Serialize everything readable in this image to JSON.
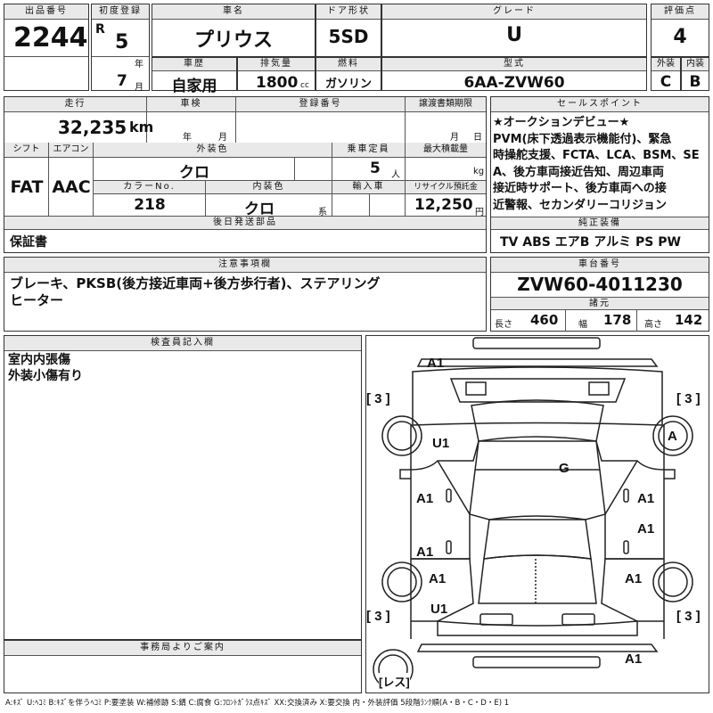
{
  "labels": {
    "lot_no": "出品番号",
    "first_reg": "初度登録",
    "car_name": "車名",
    "door_type": "ドア形状",
    "grade": "グレード",
    "score": "評価点",
    "history": "車歴",
    "displacement": "排気量",
    "fuel": "燃料",
    "model": "型式",
    "ext": "外装",
    "int": "内装",
    "mileage": "走行",
    "inspection": "車検",
    "reg_no": "登録番号",
    "transfer_deadline": "譲渡書類期限",
    "sales_points": "セールスポイント",
    "shift": "シフト",
    "aircon": "エアコン",
    "ext_color": "外装色",
    "capacity": "乗車定員",
    "max_load": "最大積載量",
    "color_no": "カラーNo.",
    "int_color": "内装色",
    "import": "輸入車",
    "recycle": "リサイクル預託金",
    "later_parts": "後日発送部品",
    "equipment": "純正装備",
    "notes": "注意事項欄",
    "chassis": "車台番号",
    "specs": "諸元",
    "inspector": "検査員記入欄",
    "office": "事務局よりご案内"
  },
  "units": {
    "year": "年",
    "month": "月",
    "cc": "cc",
    "km": "km",
    "person": "人",
    "kg": "kg",
    "kei": "系",
    "yen": "円",
    "length": "長さ",
    "width": "幅",
    "height": "高さ"
  },
  "values": {
    "lot_no": "2244",
    "era": "R",
    "reg_year": "5",
    "reg_month": "7",
    "car_name": "プリウス",
    "door_type": "5SD",
    "grade": "U",
    "score": "4",
    "history": "自家用",
    "displacement": "1800",
    "fuel": "ガソリン",
    "model": "6AA-ZVW60",
    "ext_score": "C",
    "int_score": "B",
    "mileage": "32,235",
    "shift": "FAT",
    "aircon": "AAC",
    "ext_color": "クロ",
    "capacity": "5",
    "color_no": "218",
    "int_color": "クロ",
    "recycle": "12,250",
    "later_parts": "保証書",
    "equipment": "TV  ABS  エアB  アルミ  PS  PW",
    "chassis": "ZVW60-4011230",
    "length": "460",
    "width": "178",
    "height": "142"
  },
  "sales_points": [
    "★オークションデビュー★",
    "PVM(床下透過表示機能付)、緊急",
    "時操舵支援、FCTA、LCA、BSM、SE",
    "A、後方車両接近告知、周辺車両",
    "接近時サポート、後方車両への接",
    "近警報、セカンダリーコリジョン"
  ],
  "notes": [
    "ブレーキ、PKSB(後方接近車両+後方歩行者)、ステアリング",
    "ヒーター"
  ],
  "inspector_notes": [
    "室内内張傷",
    "外装小傷有り"
  ],
  "diagram": {
    "marks": {
      "front_bumper": "A1",
      "front_left_fender": "U1",
      "front_right_wheel": "A",
      "roof": "G",
      "left_front_door": "A1",
      "right_front_door": "A1",
      "left_rear_door_top": "A1",
      "right_rear_door_top": "A1",
      "left_rear_wheel": "A1",
      "right_rear_wheel": "A1",
      "left_rear_fender": "U1",
      "rear_bumper": "A1"
    },
    "tires": {
      "front_left": "[ 3 ]",
      "front_right": "[ 3 ]",
      "rear_left": "[ 3 ]",
      "rear_right": "[ 3 ]"
    },
    "spare": "[レス]"
  },
  "legend": "A:ｷｽﾞ U:ﾍｺﾐ B:ｷｽﾞを伴うﾍｺﾐ P:要塗装 W:補修跡 S:錆 C:腐食 G:ﾌﾛﾝﾄｶﾞﾗｽ点ｷｽﾞ XX:交換済み X:要交換  内・外装評価 5段階ﾗﾝｸ順(A・B・C・D・E) 1"
}
